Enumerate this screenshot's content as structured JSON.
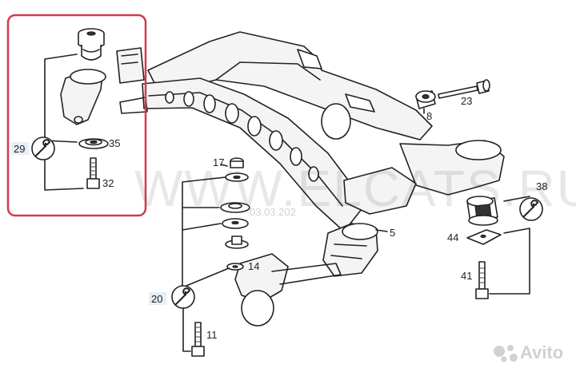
{
  "labels": {
    "p5": "5",
    "p8": "8",
    "p11": "11",
    "p14": "14",
    "p17": "17",
    "p20": "20",
    "p23": "23",
    "p29": "29",
    "p32": "32",
    "p35": "35",
    "p38": "38",
    "p41": "41",
    "p44": "44"
  },
  "watermark": {
    "text": "WWW.ELCATS.RU",
    "date": "03.03.202",
    "brand": "Avito"
  },
  "colors": {
    "highlight": "#d23a4a",
    "line": "#222222",
    "label_box": "#e6eef7"
  },
  "icons": [
    "wrench-icon",
    "avito-logo-icon"
  ]
}
